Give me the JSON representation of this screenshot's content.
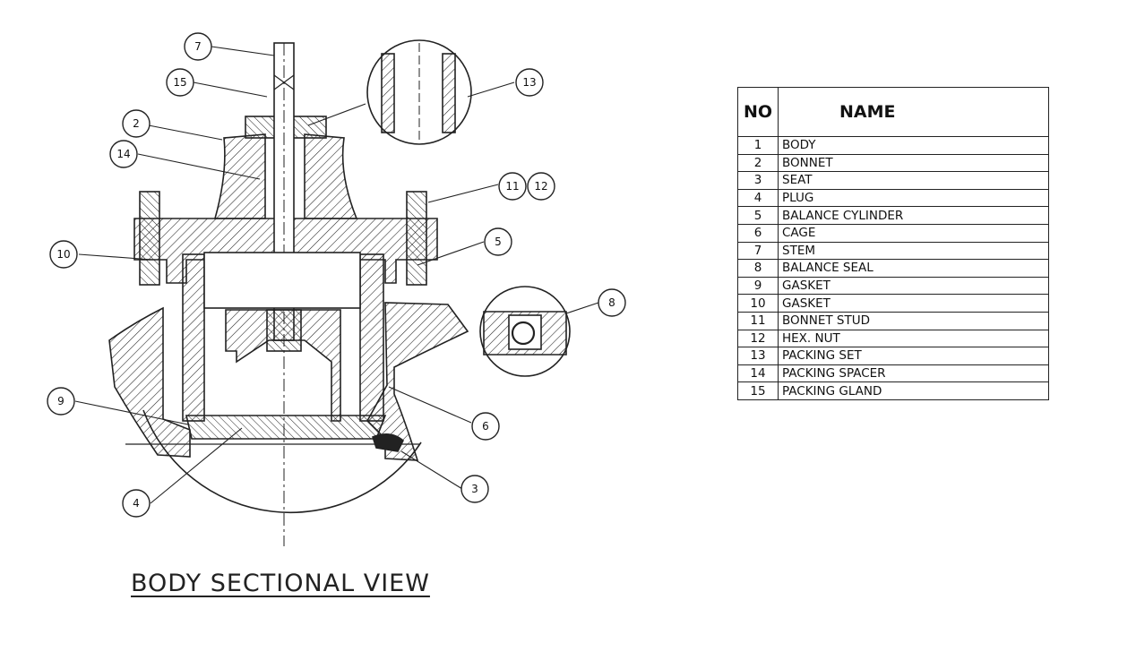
{
  "caption": "BODY SECTIONAL VIEW",
  "balloons": [
    "7",
    "15",
    "2",
    "14",
    "13",
    "11",
    "12",
    "10",
    "5",
    "8",
    "9",
    "6",
    "3",
    "4"
  ],
  "table": {
    "headers": {
      "no": "NO",
      "name": "NAME"
    },
    "rows": [
      {
        "no": "1",
        "name": "BODY"
      },
      {
        "no": "2",
        "name": "BONNET"
      },
      {
        "no": "3",
        "name": "SEAT"
      },
      {
        "no": "4",
        "name": "PLUG"
      },
      {
        "no": "5",
        "name": "BALANCE CYLINDER"
      },
      {
        "no": "6",
        "name": "CAGE"
      },
      {
        "no": "7",
        "name": "STEM"
      },
      {
        "no": "8",
        "name": "BALANCE SEAL"
      },
      {
        "no": "9",
        "name": "GASKET"
      },
      {
        "no": "10",
        "name": "GASKET"
      },
      {
        "no": "11",
        "name": "BONNET STUD"
      },
      {
        "no": "12",
        "name": "HEX. NUT"
      },
      {
        "no": "13",
        "name": "PACKING SET"
      },
      {
        "no": "14",
        "name": "PACKING SPACER"
      },
      {
        "no": "15",
        "name": "PACKING GLAND"
      }
    ]
  }
}
